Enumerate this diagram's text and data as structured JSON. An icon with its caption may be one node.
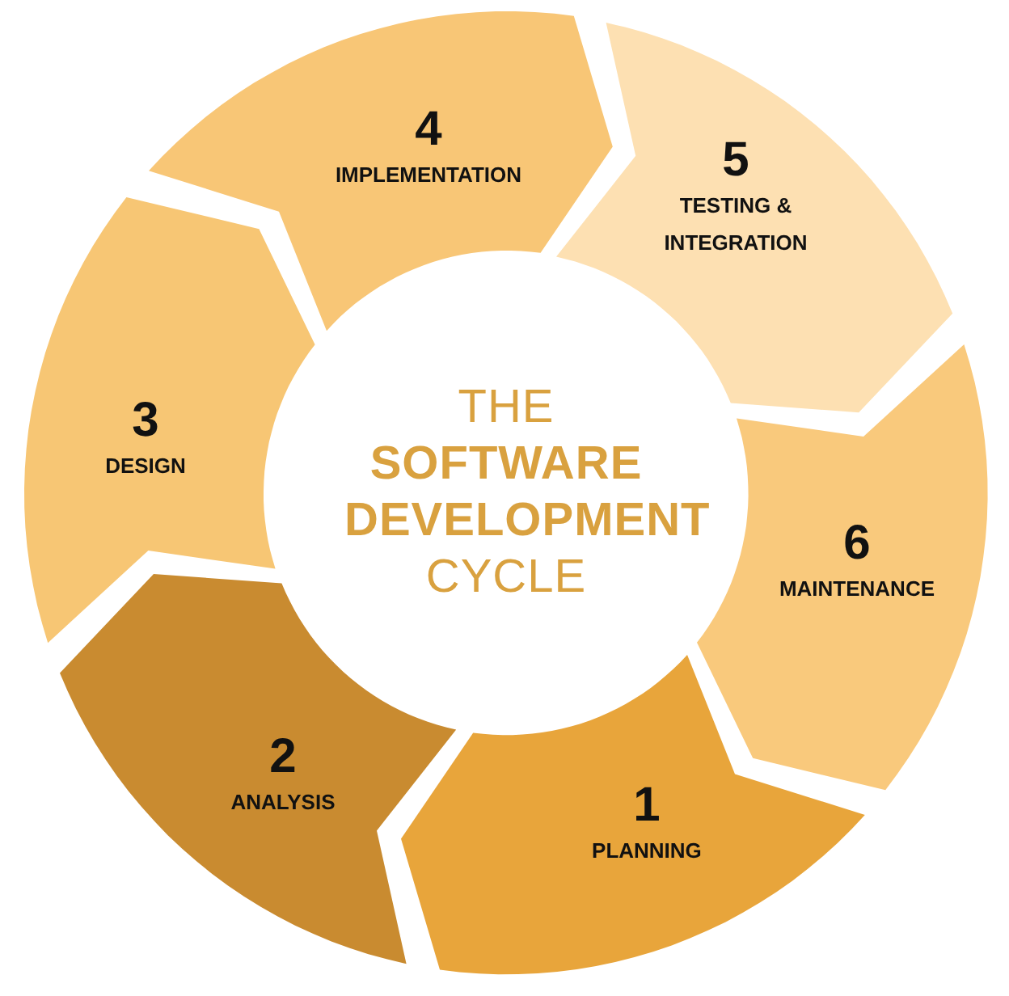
{
  "diagram": {
    "nodes": [
      {
        "text": [
          "1",
          "PLANNING"
        ]
      },
      {
        "text": [
          "2",
          "ANALYSIS"
        ]
      },
      {
        "text": [
          "3",
          "DESIGN"
        ]
      },
      {
        "text": [
          "4",
          "IMPLEMENTATION"
        ]
      },
      {
        "text": [
          "5",
          "TESTING & INTEGRATION"
        ]
      },
      {
        "text": [
          "6",
          "MAINTENANCE"
        ]
      },
      {
        "text": [
          "THE **SOFTWARE DEVELOPMENT** CYCLE"
        ]
      }
    ]
  }
}
